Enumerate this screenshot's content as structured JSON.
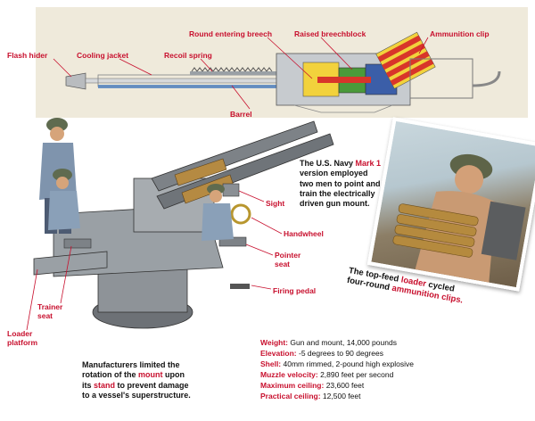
{
  "labels": {
    "flash_hider": "Flash hider",
    "cooling_jacket": "Cooling jacket",
    "recoil_spring": "Recoil spring",
    "round_entering_breech": "Round entering breech",
    "raised_breechblock": "Raised breechblock",
    "ammunition_clip": "Ammunition clip",
    "barrel": "Barrel",
    "sight": "Sight",
    "handwheel": "Handwheel",
    "pointer_seat_1": "Pointer",
    "pointer_seat_2": "seat",
    "firing_pedal": "Firing pedal",
    "trainer_seat_1": "Trainer",
    "trainer_seat_2": "seat",
    "loader_platform_1": "Loader",
    "loader_platform_2": "platform"
  },
  "navy_text": {
    "l1a": "The U.S. Navy ",
    "l1b": "Mark 1",
    "l2": "version employed",
    "l3": "two men to point and",
    "l4": "train the electrically",
    "l5": "driven gun mount."
  },
  "caption": {
    "a": "The top-feed ",
    "b": "loader",
    "c": " cycled",
    "d": "four-round ",
    "e": "ammunition clips."
  },
  "manufacturers": {
    "l1": "Manufacturers limited the",
    "l2a": "rotation of the ",
    "l2b": "mount",
    "l2c": " upon",
    "l3a": "its ",
    "l3b": "stand",
    "l3c": " to prevent damage",
    "l4": "to a vessel's superstructure."
  },
  "specs": [
    {
      "key": "Weight:",
      "value": " Gun and mount, 14,000 pounds"
    },
    {
      "key": "Elevation:",
      "value": " -5 degrees to 90 degrees"
    },
    {
      "key": "Shell:",
      "value": " 40mm rimmed, 2-pound high explosive"
    },
    {
      "key": "Muzzle velocity:",
      "value": " 2,890 feet per second"
    },
    {
      "key": "Maximum ceiling:",
      "value": " 23,600 feet"
    },
    {
      "key": "Practical ceiling:",
      "value": " 12,500 feet"
    }
  ],
  "colors": {
    "accent_red": "#c8102e",
    "panel": "#efeadb",
    "steel": "#8e9398",
    "breech_yellow": "#f2d23c",
    "breech_green": "#4a9a3a",
    "breech_blue": "#3b5ea8",
    "round_red": "#d8352a"
  }
}
